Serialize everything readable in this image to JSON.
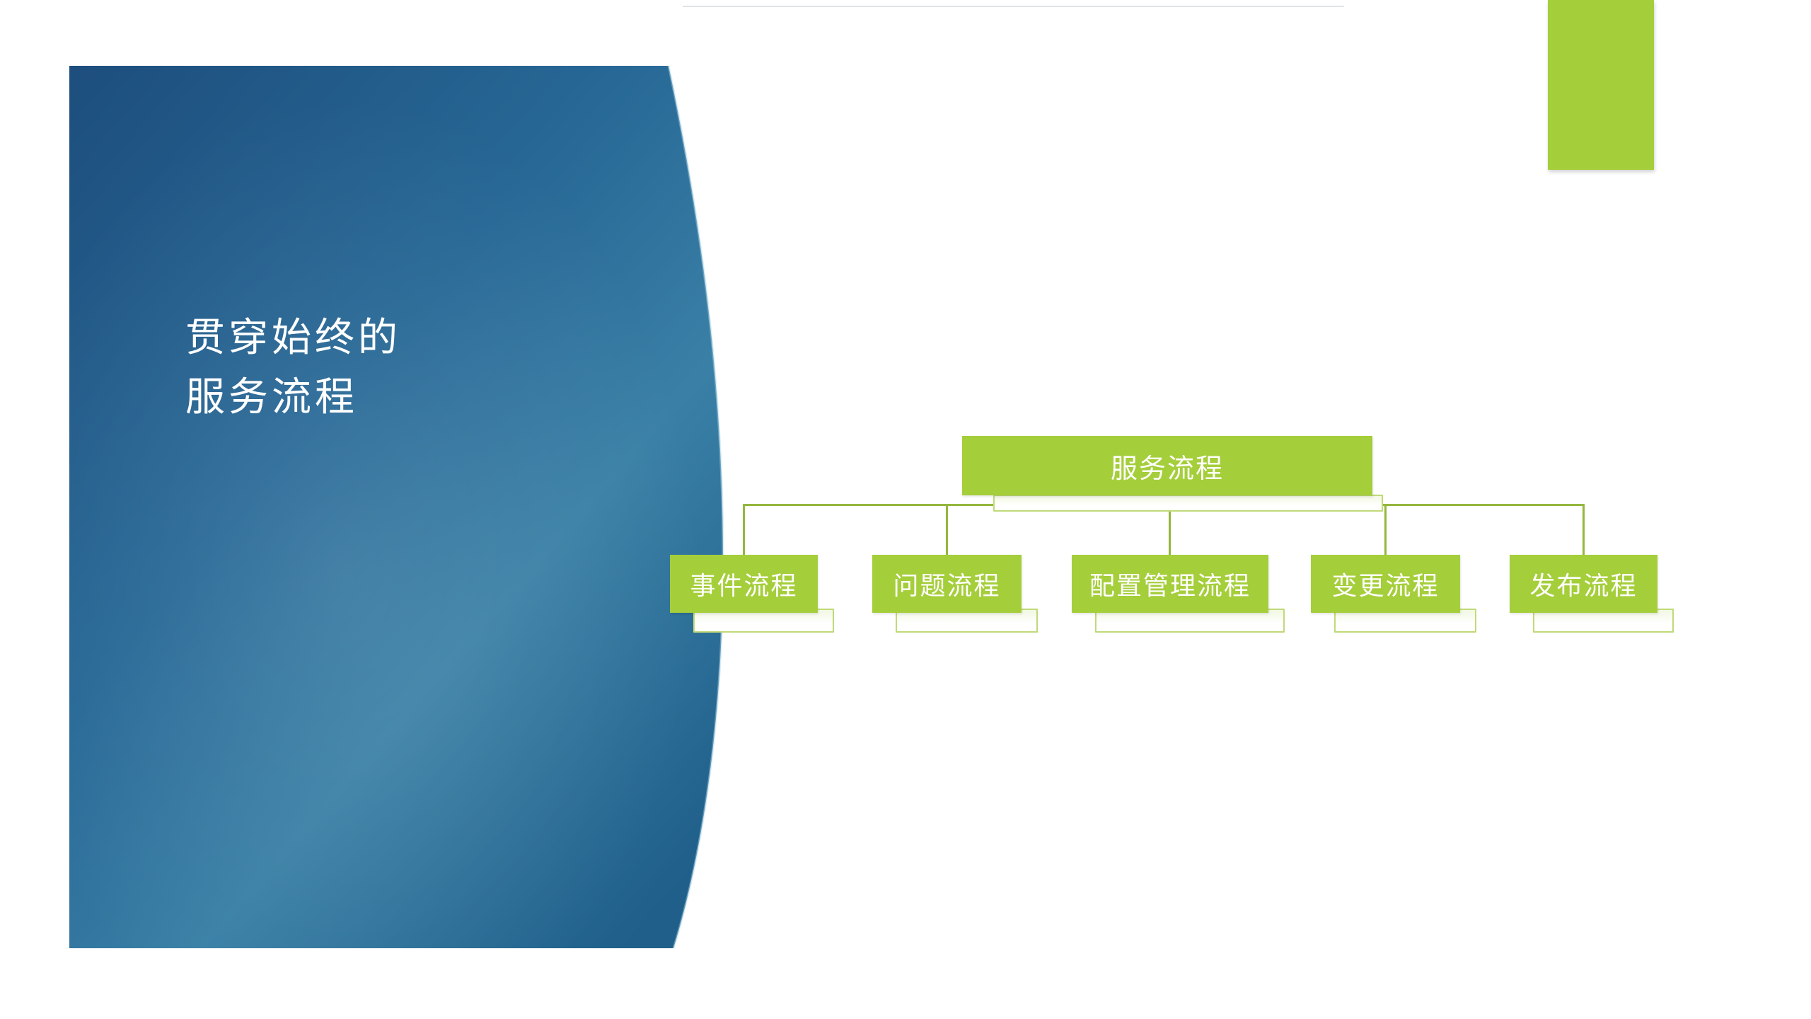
{
  "slide": {
    "title_lines": [
      "贯穿始终的",
      "服务流程"
    ],
    "colors": {
      "panel_blue_dark": "#1d4e7d",
      "panel_blue_mid": "#2c6e97",
      "panel_blue_light": "#3a80a6",
      "accent_green": "#a5ce3b",
      "connector_green": "#94b73e",
      "bar_border_green": "#c0da78",
      "title_text": "#ffffff",
      "node_text": "#ffffff"
    }
  },
  "diagram": {
    "type": "org-chart",
    "root": {
      "label": "服务流程"
    },
    "children": [
      {
        "label": "事件流程"
      },
      {
        "label": "问题流程"
      },
      {
        "label": "配置管理流程"
      },
      {
        "label": "变更流程"
      },
      {
        "label": "发布流程"
      }
    ]
  }
}
